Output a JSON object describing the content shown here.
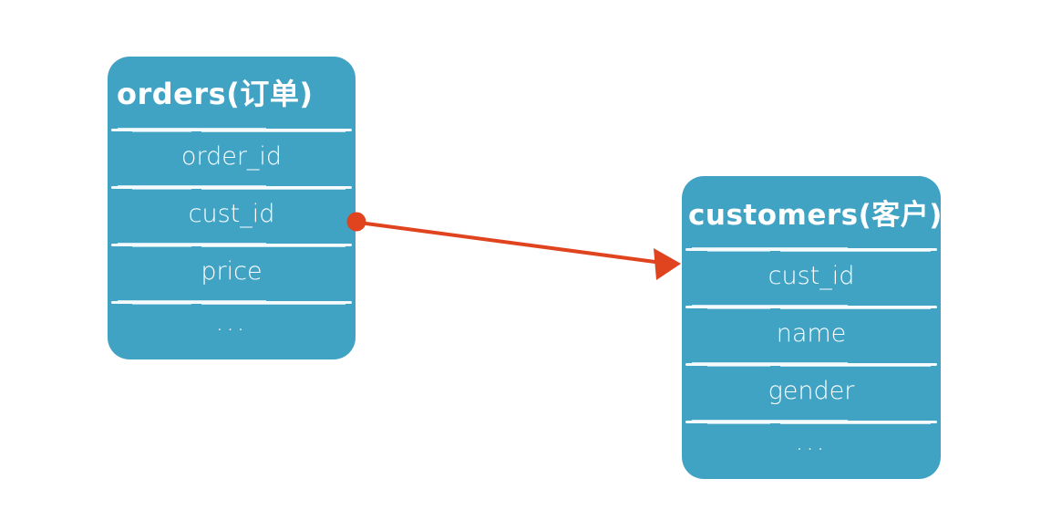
{
  "diagram": {
    "type": "entity-relationship",
    "background_color": "#ffffff",
    "table_fill_color": "#41a3c4",
    "table_text_color": "#ffffff",
    "relation_color": "#e0441f",
    "tables": [
      {
        "id": "orders",
        "title": "orders(订单)",
        "rows": [
          {
            "label": "order_id"
          },
          {
            "label": "cust_id"
          },
          {
            "label": "price"
          },
          {
            "label": "..."
          }
        ]
      },
      {
        "id": "customers",
        "title": "customers(客户)",
        "rows": [
          {
            "label": "cust_id"
          },
          {
            "label": "name"
          },
          {
            "label": "gender"
          },
          {
            "label": "..."
          }
        ]
      }
    ],
    "relation": {
      "from_table": "orders",
      "from_field": "cust_id",
      "to_table": "customers",
      "to_field": "cust_id",
      "source_marker": "circle",
      "target_marker": "arrow",
      "color": "#e0441f"
    }
  }
}
